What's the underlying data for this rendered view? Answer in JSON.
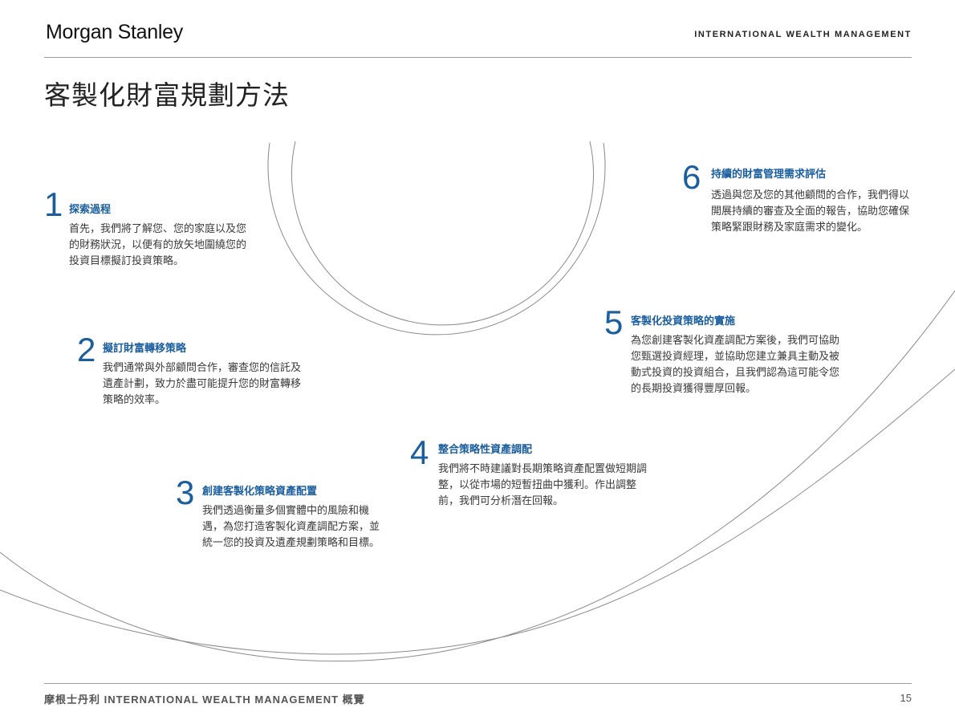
{
  "header": {
    "logo": "Morgan Stanley",
    "division": "INTERNATIONAL WEALTH MANAGEMENT"
  },
  "title": "客製化財富規劃方法",
  "steps": [
    {
      "number": "1",
      "heading": "探索過程",
      "body": "首先，我們將了解您、您的家庭以及您的財務狀況，以便有的放矢地圍繞您的投資目標擬訂投資策略。"
    },
    {
      "number": "2",
      "heading": "擬訂財富轉移策略",
      "body": "我們通常與外部顧問合作，審查您的信託及遺產計劃，致力於盡可能提升您的財富轉移策略的效率。"
    },
    {
      "number": "3",
      "heading": "創建客製化策略資產配置",
      "body": "我們透過衡量多個實體中的風險和機遇，為您打造客製化資產調配方案，並統一您的投資及遺產規劃策略和目標。"
    },
    {
      "number": "4",
      "heading": "整合策略性資產調配",
      "body": "我們將不時建議對長期策略資產配置做短期調整，以從市場的短暫扭曲中獲利。作出調整前，我們可分析潛在回報。"
    },
    {
      "number": "5",
      "heading": "客製化投資策略的實施",
      "body": "為您創建客製化資產調配方案後，我們可協助您甄選投資經理，並協助您建立兼具主動及被動式投資的投資組合，且我們認為這可能令您的長期投資獲得豐厚回報。"
    },
    {
      "number": "6",
      "heading": "持續的財富管理需求評估",
      "body": "透過與您及您的其他顧問的合作，我們得以開展持續的審查及全面的報告，協助您確保策略緊跟財務及家庭需求的變化。"
    }
  ],
  "footer": {
    "left": "摩根士丹利 INTERNATIONAL WEALTH MANAGEMENT 概覽",
    "page": "15"
  },
  "colors": {
    "accent": "#1a5e9e",
    "rule": "#9a9a9a",
    "arc": "#8a8a8a"
  }
}
